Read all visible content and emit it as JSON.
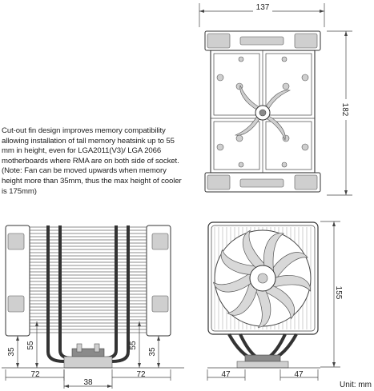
{
  "description_text": "Cut-out fin design improves memory compatibility allowing installation of tall memory heatsink up to 55 mm in height, even for LGA2011(V3)/ LGA 2066 motherboards where RMA are on both side of socket. (Note: Fan can be moved upwards when memory height more than 35mm, thus the max height of cooler is 175mm)",
  "top_view": {
    "width_label": "137",
    "depth_label": "182"
  },
  "side_view": {
    "dim_35_left": "35",
    "dim_55_left": "55",
    "dim_55_right": "55",
    "dim_35_right": "35",
    "dim_72_left": "72",
    "dim_38": "38",
    "dim_72_right": "72"
  },
  "front_view": {
    "height_label": "155",
    "dim_47_left": "47",
    "dim_47_right": "47"
  },
  "unit_label": "Unit: mm"
}
